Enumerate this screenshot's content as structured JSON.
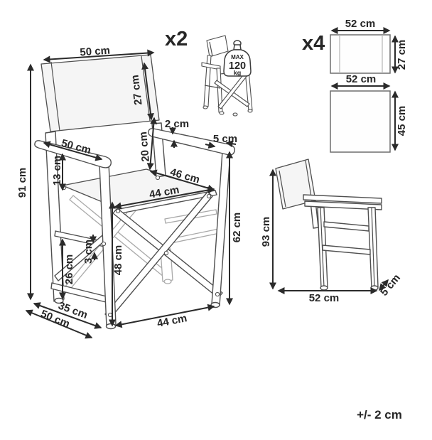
{
  "badges": {
    "chairs_qty": "x2",
    "panels_qty": "x4",
    "tolerance": "+/- 2 cm"
  },
  "max_load": {
    "label": "MAX",
    "value": "120",
    "unit": "kg"
  },
  "dims": {
    "front": {
      "backrest_width": "50 cm",
      "backrest_height": "27 cm",
      "overall_height": "91 cm",
      "armrest_length": "50 cm",
      "armrest_drop": "13 cm",
      "armrest_thickness": "2 cm",
      "armrest_tip": "5 cm",
      "back_gap": "20 cm",
      "seat_depth": "46 cm",
      "seat_width": "44 cm",
      "armrest_height": "62 cm",
      "rail_gap": "26 cm",
      "rail_thickness": "3 cm",
      "underseat_height": "48 cm",
      "footprint_inner_depth": "35 cm",
      "footprint_depth": "50 cm",
      "footprint_width": "44 cm"
    },
    "side": {
      "height": "93 cm",
      "depth": "52 cm",
      "frame": "5 cm"
    },
    "panels": {
      "backrest_width": "52 cm",
      "backrest_height": "27 cm",
      "seat_width": "52 cm",
      "seat_height": "45 cm"
    }
  },
  "colors": {
    "background": "#ffffff",
    "ink": "#2b2b2b",
    "art_stroke": "#4f4f4f",
    "art_light": "#a9a9a9",
    "fabric": "#f5f5f5"
  }
}
